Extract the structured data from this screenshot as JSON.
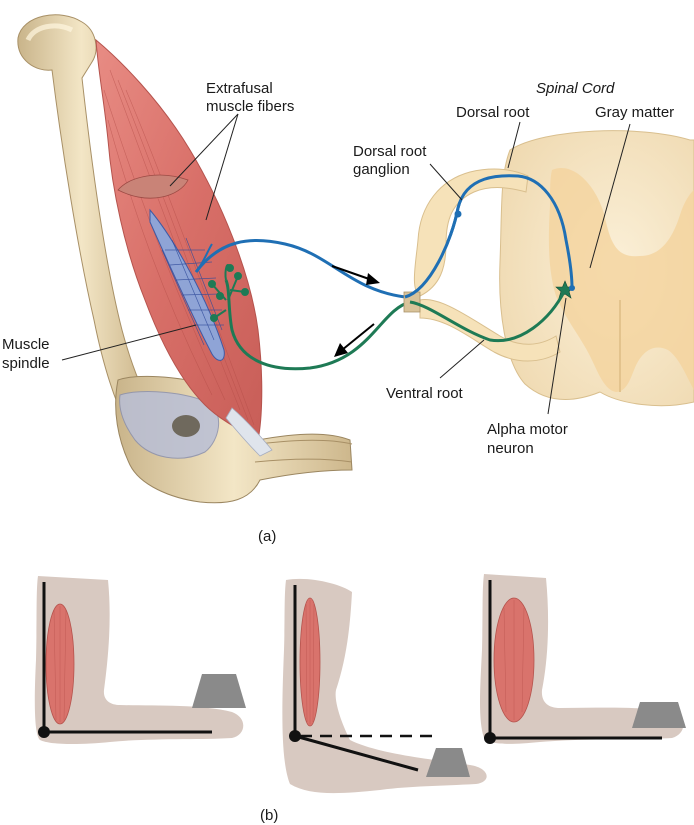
{
  "panel_a": {
    "caption": "(a)",
    "labels": {
      "extrafusal_line1": "Extrafusal",
      "extrafusal_line2": "muscle fibers",
      "spinal_cord": "Spinal Cord",
      "dorsal_root": "Dorsal root",
      "gray_matter": "Gray matter",
      "drg_line1": "Dorsal root",
      "drg_line2": "ganglion",
      "spindle_line1": "Muscle",
      "spindle_line2": "spindle",
      "ventral_root": "Ventral root",
      "alpha_line1": "Alpha motor",
      "alpha_line2": "neuron"
    }
  },
  "panel_b": {
    "caption": "(b)"
  },
  "colors": {
    "sensory_nerve": "#1f6fb4",
    "motor_nerve": "#1e7a55",
    "muscle": "#d9736c",
    "bone": "#ead9b4",
    "spinal_cord": "#f6e6c3",
    "gray_matter": "#f9d9a8",
    "silhouette": "#d8c9c1",
    "weight": "#8a8a8a"
  }
}
